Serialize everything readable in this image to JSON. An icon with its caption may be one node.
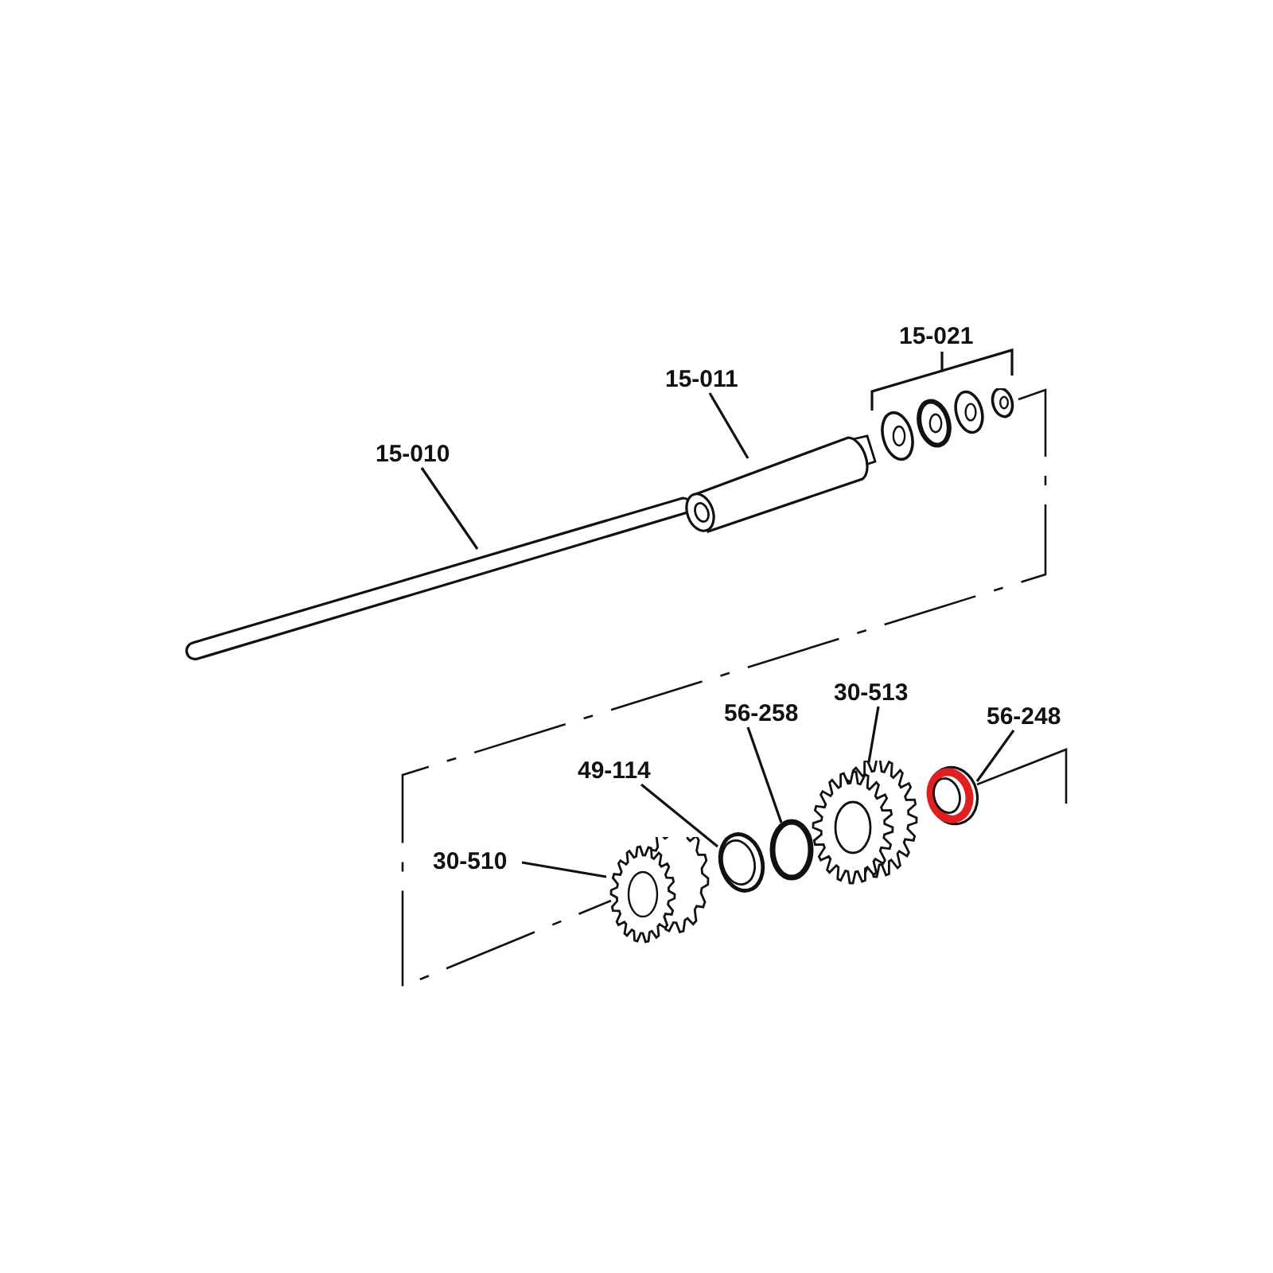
{
  "diagram": {
    "nodes": [
      {
        "text": [
          "15-021"
        ]
      },
      {
        "text": [
          "15-011"
        ]
      },
      {
        "text": [
          "15-010"
        ]
      },
      {
        "text": [
          "56-258"
        ]
      },
      {
        "text": [
          "30-513"
        ]
      },
      {
        "text": [
          "56-248"
        ]
      },
      {
        "text": [
          "49-114"
        ]
      },
      {
        "text": [
          "30-510"
        ]
      },
      {
        "text": [],
        "shape": "picture"
      },
      {
        "text": [],
        "shape": "picture"
      },
      {
        "text": [],
        "shape": "picture"
      },
      {
        "text": [],
        "shape": "picture"
      },
      {
        "text": [],
        "shape": "picture"
      },
      {
        "text": [],
        "shape": "circle"
      },
      {
        "text": [],
        "shape": "picture"
      },
      {
        "text": [],
        "shape": "picture"
      }
    ],
    "edges": [
      {
        "from": 0,
        "to": 10,
        "arrow": "none"
      },
      {
        "from": 1,
        "to": 9,
        "arrow": "none"
      },
      {
        "from": 2,
        "to": 8,
        "arrow": "none"
      },
      {
        "from": 3,
        "to": 13,
        "arrow": "none"
      },
      {
        "from": 4,
        "to": 14,
        "arrow": "none"
      },
      {
        "from": 5,
        "to": 15,
        "arrow": "none"
      },
      {
        "from": 6,
        "to": 12,
        "arrow": "none"
      },
      {
        "from": 7,
        "to": 11,
        "arrow": "none"
      }
    ]
  }
}
